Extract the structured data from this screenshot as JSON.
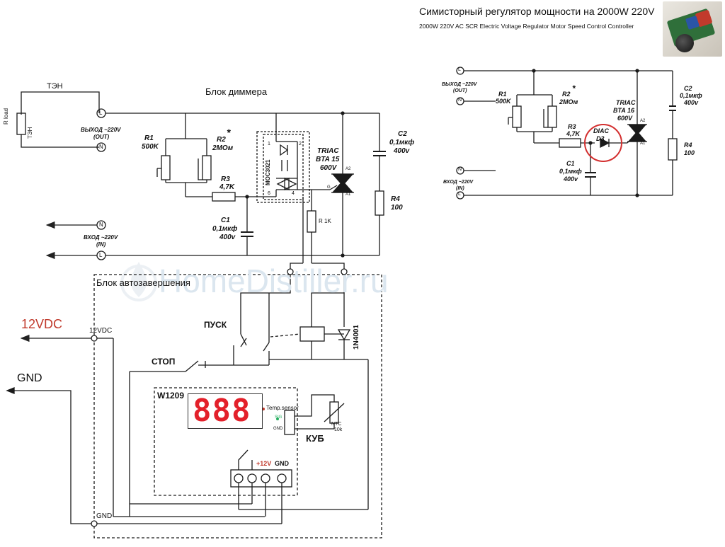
{
  "header": {
    "title": "Симисторный регулятор мощности на 2000W 220V",
    "subtitle": "2000W 220V AC SCR Electric Voltage Regulator Motor Speed Control Controller"
  },
  "watermark": "HomeDistiller.ru",
  "load": {
    "ten_top": "ТЭН",
    "r_load": "R load",
    "ten_side": "ТЭН"
  },
  "terminals": {
    "l": "L",
    "n": "N"
  },
  "dimmer": {
    "title": "Блок диммера",
    "out_label": "ВЫХОД ~220V",
    "out_sub": "(OUT)",
    "in_label": "ВХОД ~220V",
    "in_sub": "(IN)",
    "r1": [
      "R1",
      "500K"
    ],
    "r2": [
      "R2",
      "2МОм"
    ],
    "r2_star": "*",
    "r3": [
      "R3",
      "4,7K"
    ],
    "c1": [
      "C1",
      "0,1мкф",
      "400v"
    ],
    "c2": [
      "C2",
      "0,1мкф",
      "400v"
    ],
    "r4": [
      "R4",
      "100"
    ],
    "triac": [
      "TRIAC",
      "BTA 15",
      "600V"
    ],
    "a2": "A2",
    "a1": "A1",
    "g": "G",
    "moc": "MOC3021",
    "pins": [
      "1",
      "2",
      "6",
      "4"
    ],
    "r_1k": "R 1K"
  },
  "auto": {
    "title": "Блок автозавершения",
    "v12_big": "12VDC",
    "v12_small": "12VDC",
    "gnd_big": "GND",
    "gnd_small": "GND",
    "start": "ПУСК",
    "stop": "СТОП",
    "diode": "1N4001",
    "controller": "W1209",
    "display": "888",
    "temp_sensor": "Temp.sensor",
    "sig": "SIG",
    "gnd_pin": "GND",
    "ntc": [
      "NTC",
      "10k"
    ],
    "kub": "КУБ",
    "plus12": "+12V",
    "gnd_term": "GND"
  },
  "right": {
    "out_label": "ВЫХОД ~220V",
    "out_sub": "(OUT)",
    "in_label": "ВХОД ~220V",
    "in_sub": "(IN)",
    "r1": [
      "R1",
      "500K"
    ],
    "r2": [
      "R2",
      "2МОм"
    ],
    "r2_star": "*",
    "r3": [
      "R3",
      "4,7K"
    ],
    "c1": [
      "C1",
      "0,1мкф",
      "400v"
    ],
    "c2": [
      "C2",
      "0,1мкф",
      "400v"
    ],
    "r4": [
      "R4",
      "100"
    ],
    "triac": [
      "TRIAC",
      "BTA 16",
      "600V"
    ],
    "diac": [
      "DIAC",
      "D3"
    ],
    "a2": "A2",
    "a1": "A1"
  },
  "colors": {
    "red_label": "#c0392b",
    "display": "#e3202a",
    "diac_circle": "#d32f2f",
    "watermark": "#dbe6ef"
  }
}
